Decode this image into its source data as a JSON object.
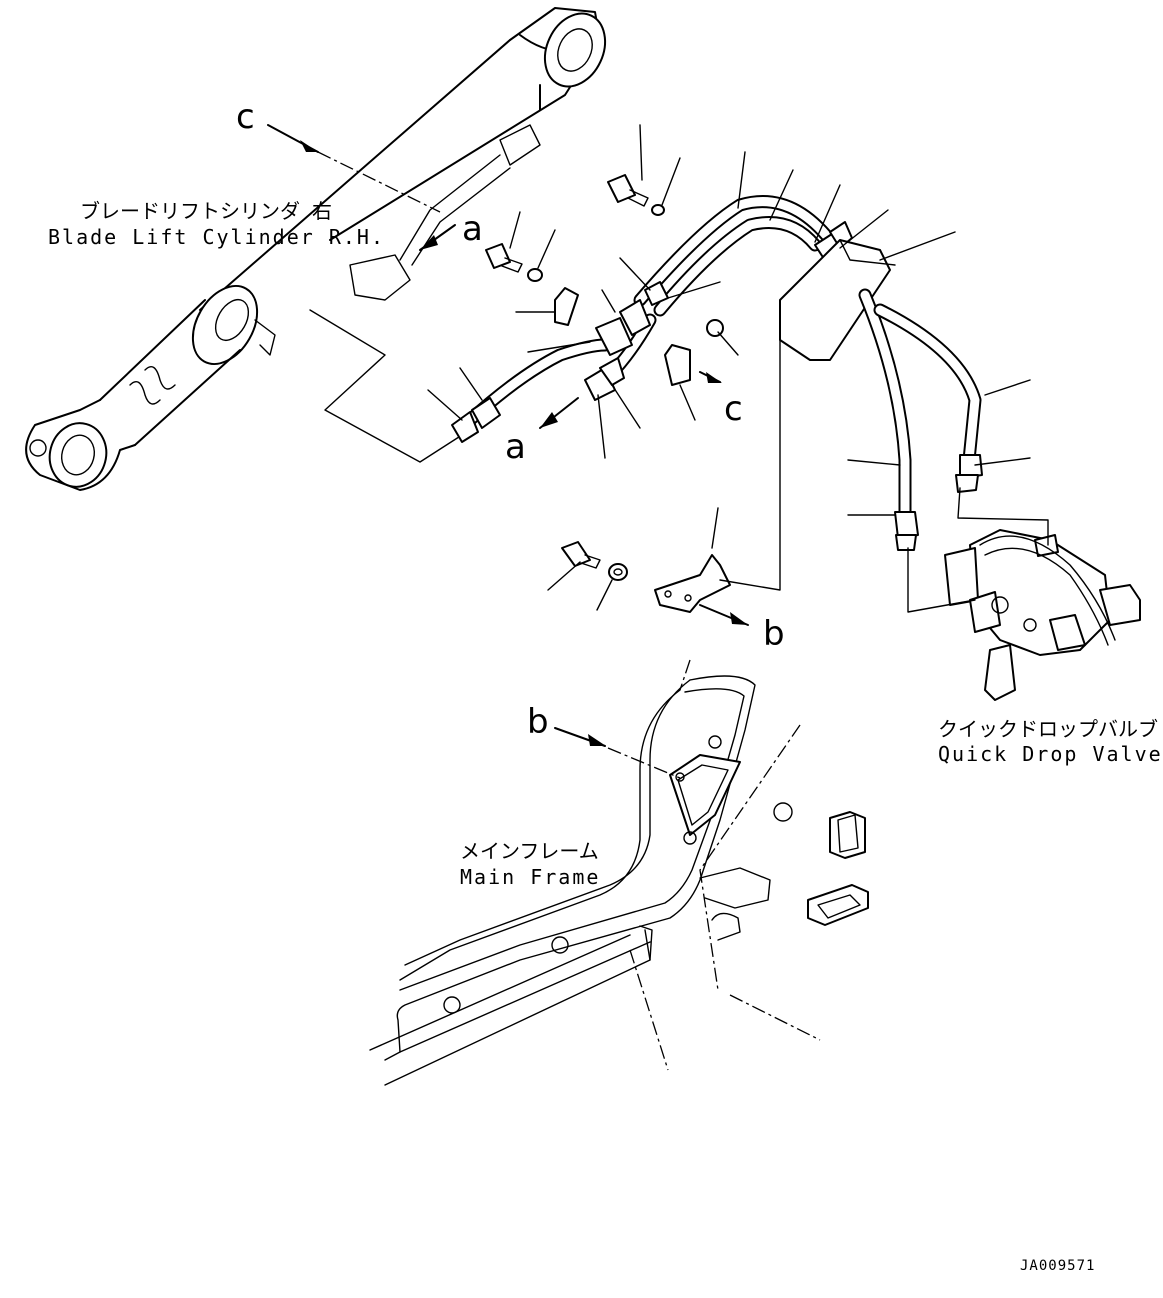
{
  "labels": {
    "cylinder_jp": "ブレードリフトシリンダ 右",
    "cylinder_en": "Blade Lift Cylinder R.H.",
    "valve_jp": "クイックドロップバルブ",
    "valve_en": "Quick Drop Valve",
    "frame_jp": "メインフレーム",
    "frame_en": "Main Frame",
    "drawing_no": "JA009571"
  },
  "view_letters": {
    "c": "c",
    "a": "a",
    "b": "b"
  }
}
